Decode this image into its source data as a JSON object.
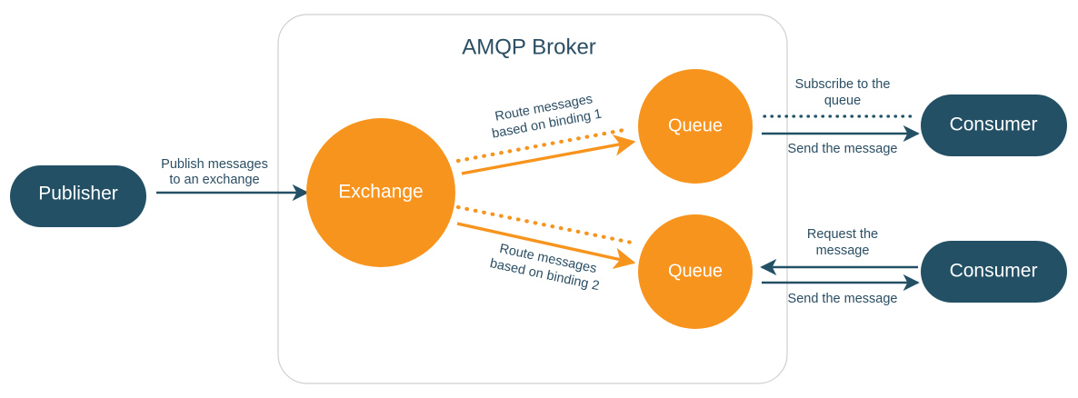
{
  "diagram": {
    "title": "AMQP Broker",
    "colors": {
      "orange": "#F7941D",
      "teal": "#235065",
      "broker_border": "#cfcfcf",
      "white": "#ffffff",
      "background": "#ffffff"
    },
    "nodes": {
      "publisher": {
        "label": "Publisher",
        "shape": "rounded-rect",
        "color": "#235065"
      },
      "exchange": {
        "label": "Exchange",
        "shape": "circle",
        "color": "#F7941D"
      },
      "queue_top": {
        "label": "Queue",
        "shape": "circle",
        "color": "#F7941D"
      },
      "queue_bottom": {
        "label": "Queue",
        "shape": "circle",
        "color": "#F7941D"
      },
      "consumer_top": {
        "label": "Consumer",
        "shape": "rounded-rect",
        "color": "#235065"
      },
      "consumer_bottom": {
        "label": "Consumer",
        "shape": "rounded-rect",
        "color": "#235065"
      }
    },
    "edges": {
      "publish": {
        "label_line1": "Publish messages",
        "label_line2": "to an exchange",
        "style": "solid",
        "color": "#235065",
        "direction": "right"
      },
      "binding1_dotted": {
        "style": "dotted",
        "color": "#F7941D",
        "direction": "right"
      },
      "binding1_solid": {
        "label_line1": "Route messages",
        "label_line2": "based on binding 1",
        "style": "solid",
        "color": "#F7941D",
        "direction": "right"
      },
      "binding2_dotted": {
        "style": "dotted",
        "color": "#F7941D",
        "direction": "right"
      },
      "binding2_solid": {
        "label_line1": "Route messages",
        "label_line2": "based on binding 2",
        "style": "solid",
        "color": "#F7941D",
        "direction": "right"
      },
      "subscribe_top": {
        "label_line1": "Subscribe to the",
        "label_line2": "queue",
        "style": "dotted",
        "color": "#235065",
        "direction": "none"
      },
      "send_top": {
        "label_line1": "Send the message",
        "style": "solid",
        "color": "#235065",
        "direction": "right"
      },
      "request_bottom": {
        "label_line1": "Request the",
        "label_line2": "message",
        "style": "solid",
        "color": "#235065",
        "direction": "left"
      },
      "send_bottom": {
        "label_line1": "Send the message",
        "style": "solid",
        "color": "#235065",
        "direction": "right"
      }
    }
  }
}
